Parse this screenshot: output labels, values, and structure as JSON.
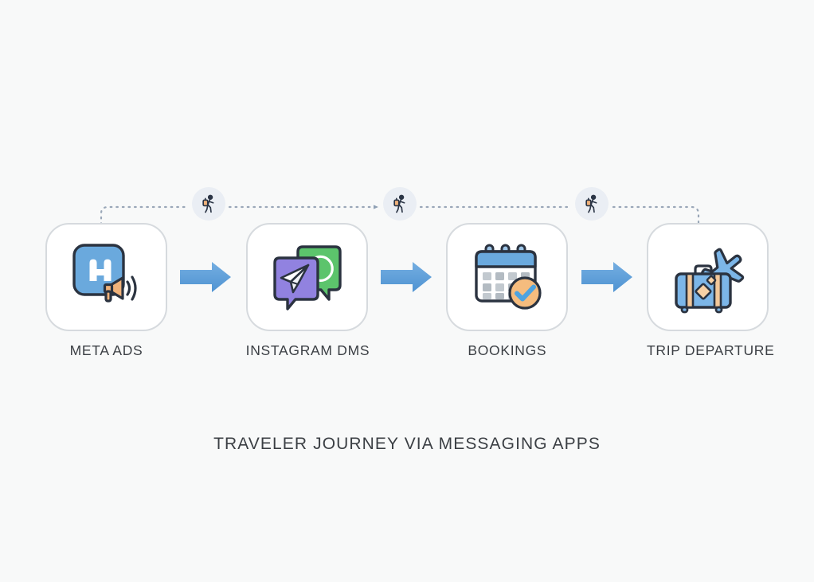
{
  "background_color": "#f8f9f9",
  "caption": {
    "text": "TRAVELER JOURNEY VIA MESSAGING APPS",
    "color": "#3b3f44"
  },
  "flow": {
    "arrow_color": "#5b9bd5",
    "card_border_color": "#d6dade",
    "card_fill_color": "#ffffff",
    "steps": [
      {
        "id": "meta-ads",
        "label": "META ADS",
        "icon": "meta-ads-megaphone-icon",
        "colors": {
          "tile": "#6aa9dd",
          "accent": "#f0b27a",
          "outline": "#2b3340"
        }
      },
      {
        "id": "instagram-dms",
        "label": "INSTAGRAM DMS",
        "icon": "chat-bubbles-paper-plane-icon",
        "colors": {
          "bubble_front": "#9182e0",
          "bubble_back": "#5cc46c",
          "outline": "#2b3340"
        }
      },
      {
        "id": "bookings",
        "label": "BOOKINGS",
        "icon": "calendar-check-icon",
        "colors": {
          "header": "#6aa9dd",
          "cells": "#b9c1c8",
          "check_badge": "#f5bc7e",
          "check": "#4da3e0",
          "outline": "#2b3340"
        }
      },
      {
        "id": "trip-departure",
        "label": "TRIP DEPARTURE",
        "icon": "suitcase-airplane-icon",
        "colors": {
          "suitcase": "#7cb6e8",
          "strap": "#f3c89a",
          "plane": "#7cb6e8",
          "outline": "#2b3340"
        }
      }
    ],
    "arrows": [
      {
        "id": "arrow-1",
        "from": "meta-ads",
        "to": "instagram-dms"
      },
      {
        "id": "arrow-2",
        "from": "instagram-dms",
        "to": "bookings"
      },
      {
        "id": "arrow-3",
        "from": "bookings",
        "to": "trip-departure"
      }
    ]
  },
  "journey_track": {
    "line_color": "#9aa7b8",
    "style": "dotted",
    "badge_fill": "#eaeef4",
    "badge_icon": "traveler-walking-backpack-icon",
    "badges": [
      {
        "id": "traveler-badge-1"
      },
      {
        "id": "traveler-badge-2"
      },
      {
        "id": "traveler-badge-3"
      }
    ]
  }
}
